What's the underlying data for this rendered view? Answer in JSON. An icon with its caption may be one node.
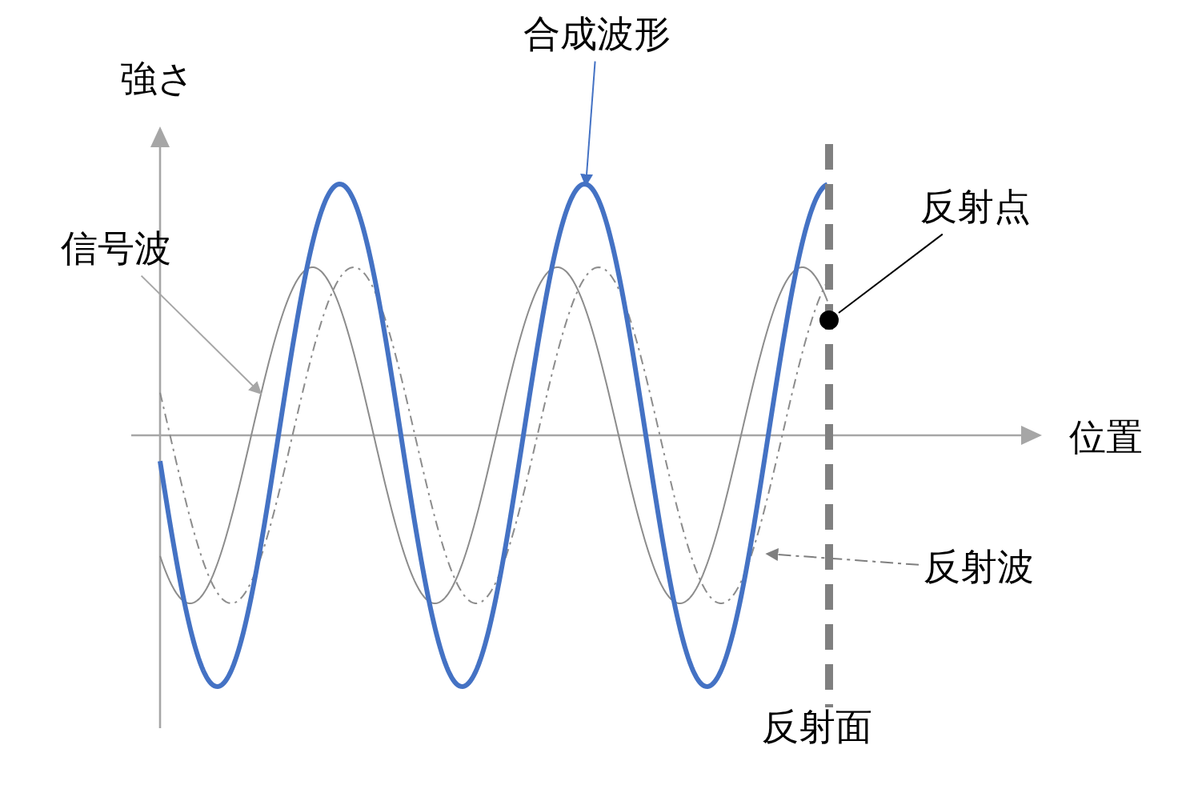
{
  "diagram": {
    "nodes": [
      {
        "text": [
          "合成波形"
        ]
      },
      {
        "text": [
          "反射点"
        ]
      },
      {
        "text": [],
        "shape": "circle"
      },
      {
        "text": [
          "信号波"
        ]
      },
      {
        "text": [
          "反射波"
        ]
      }
    ],
    "edges": [
      {
        "from": 0,
        "to": null,
        "arrow": "to",
        "color": "#4472c4"
      },
      {
        "from": 1,
        "to": 2,
        "arrow": "none",
        "color": "#000000"
      },
      {
        "from": 3,
        "to": null,
        "arrow": "to",
        "color": "#a6a6a6"
      },
      {
        "from": 4,
        "to": null,
        "arrow": "to",
        "style": "dashed",
        "color": "#7f7f7f"
      }
    ],
    "labels": [
      "強さ",
      "位置",
      "反射面"
    ]
  }
}
